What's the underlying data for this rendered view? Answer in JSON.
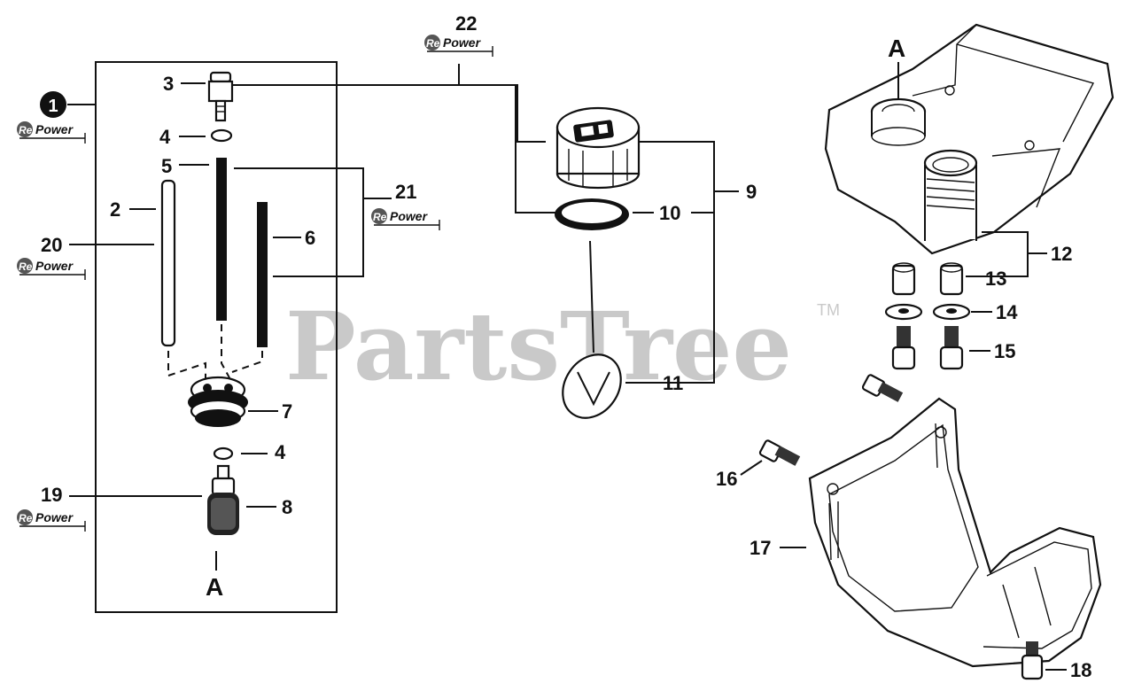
{
  "watermark": {
    "text": "PartsTree",
    "trademark": "TM"
  },
  "badge": {
    "re": "Re",
    "power": "Power"
  },
  "callouts": {
    "c1": "1",
    "c2": "2",
    "c3": "3",
    "c4a": "4",
    "c4b": "4",
    "c5": "5",
    "c6": "6",
    "c7": "7",
    "c8": "8",
    "c9": "9",
    "c10": "10",
    "c11": "11",
    "c12": "12",
    "c13": "13",
    "c14": "14",
    "c15": "15",
    "c16": "16",
    "c17": "17",
    "c18": "18",
    "c19": "19",
    "c20": "20",
    "c21": "21",
    "c22": "22"
  },
  "connectors": {
    "top": "A",
    "bottom": "A"
  }
}
